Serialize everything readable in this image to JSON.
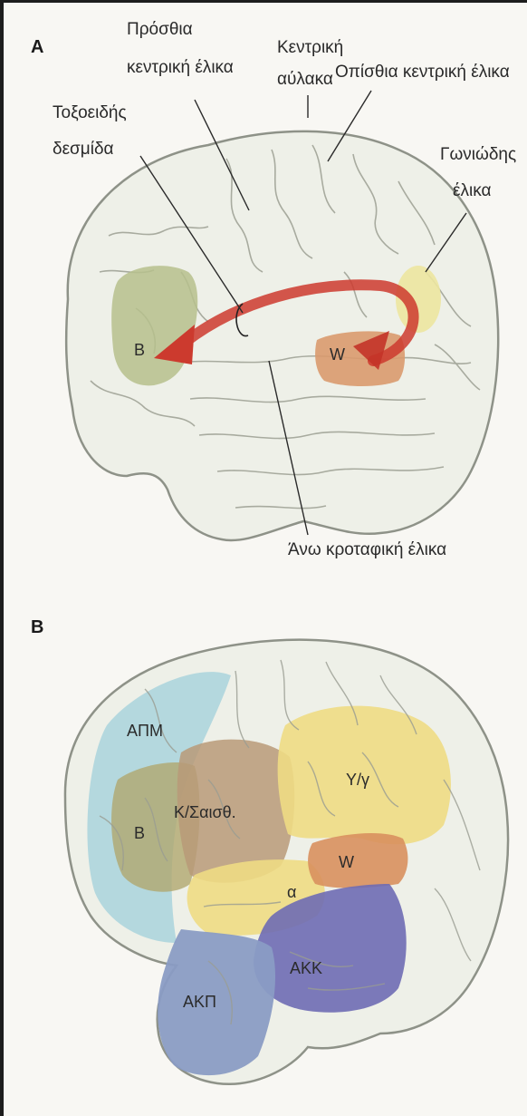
{
  "panel_a": {
    "letter": "A",
    "labels": {
      "anterior_central_gyrus_line1": "Πρόσθια",
      "anterior_central_gyrus_line2": "κεντρική έλικα",
      "central_sulcus_line1": "Κεντρική",
      "central_sulcus_line2": "αύλακα",
      "posterior_central_gyrus": "Οπίσθια κεντρική έλικα",
      "arcuate_fasciculus_line1": "Τοξοειδής",
      "arcuate_fasciculus_line2": "δεσμίδα",
      "angular_gyrus_line1": "Γωνιώδης",
      "angular_gyrus_line2": "έλικα",
      "superior_temporal_gyrus": "Άνω κροταφική έλικα",
      "broca": "B",
      "wernicke": "W"
    }
  },
  "panel_b": {
    "letter": "B",
    "regions": {
      "apm": "ΑΠΜ",
      "b": "Β",
      "k_sensory": "Κ/Σαισθ.",
      "yy": "Υ/γ",
      "w": "W",
      "a": "α",
      "akk": "ΑΚΚ",
      "akp": "ΑΚΠ"
    }
  },
  "colors": {
    "brain_fill": "#eef0e8",
    "brain_outline": "#8e9288",
    "broca_area": "#b6c08c",
    "wernicke_area": "#d99a6e",
    "angular_area": "#ece6a0",
    "arrow": "#cc3a2e",
    "region_blue_light": "#a9d3dc",
    "region_olive": "#b0a86e",
    "region_brown": "#b89a78",
    "region_yellow": "#eedc84",
    "region_orange": "#d8905e",
    "region_purple": "#6e6cb4",
    "region_blue_grey": "#8a9cc4"
  }
}
